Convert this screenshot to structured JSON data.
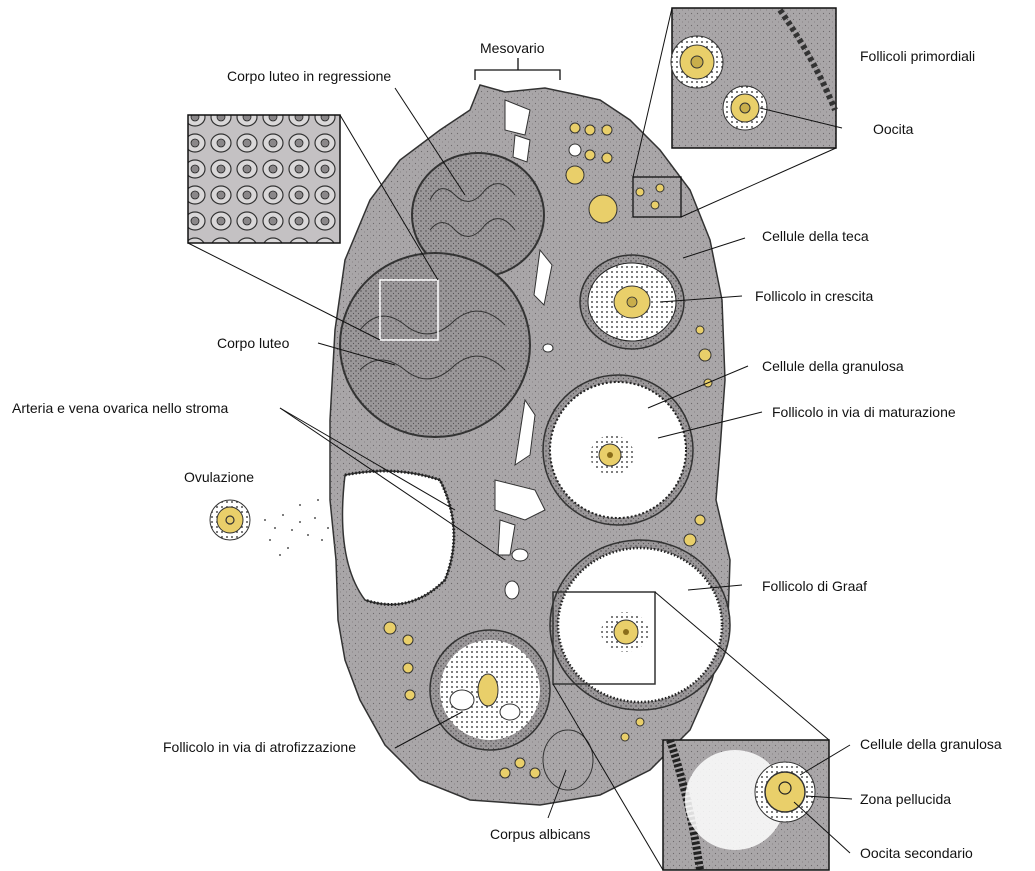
{
  "labels": {
    "mesovario": "Mesovario",
    "corpo_luteo_regressione": "Corpo luteo in regressione",
    "follicoli_primordiali": "Follicoli primordiali",
    "oocita": "Oocita",
    "cellule_teca": "Cellule della teca",
    "follicolo_crescita": "Follicolo in crescita",
    "corpo_luteo": "Corpo luteo",
    "cellule_granulosa": "Cellule della granulosa",
    "arteria_vena": "Arteria e vena ovarica nello stroma",
    "follicolo_maturazione": "Follicolo in via di maturazione",
    "ovulazione": "Ovulazione",
    "follicolo_graaf": "Follicolo di Graaf",
    "follicolo_atrofizzazione": "Follicolo in via di atrofizzazione",
    "corpus_albicans": "Corpus albicans",
    "cellule_granulosa_2": "Cellule della granulosa",
    "zona_pellucida": "Zona pellucida",
    "oocita_secondario": "Oocita secondario"
  },
  "colors": {
    "tissue": "#a9a6a8",
    "tissue_dark": "#8f8c8e",
    "oocyte": "#e9cf6a",
    "antrum": "#ffffff",
    "line": "#111111"
  }
}
